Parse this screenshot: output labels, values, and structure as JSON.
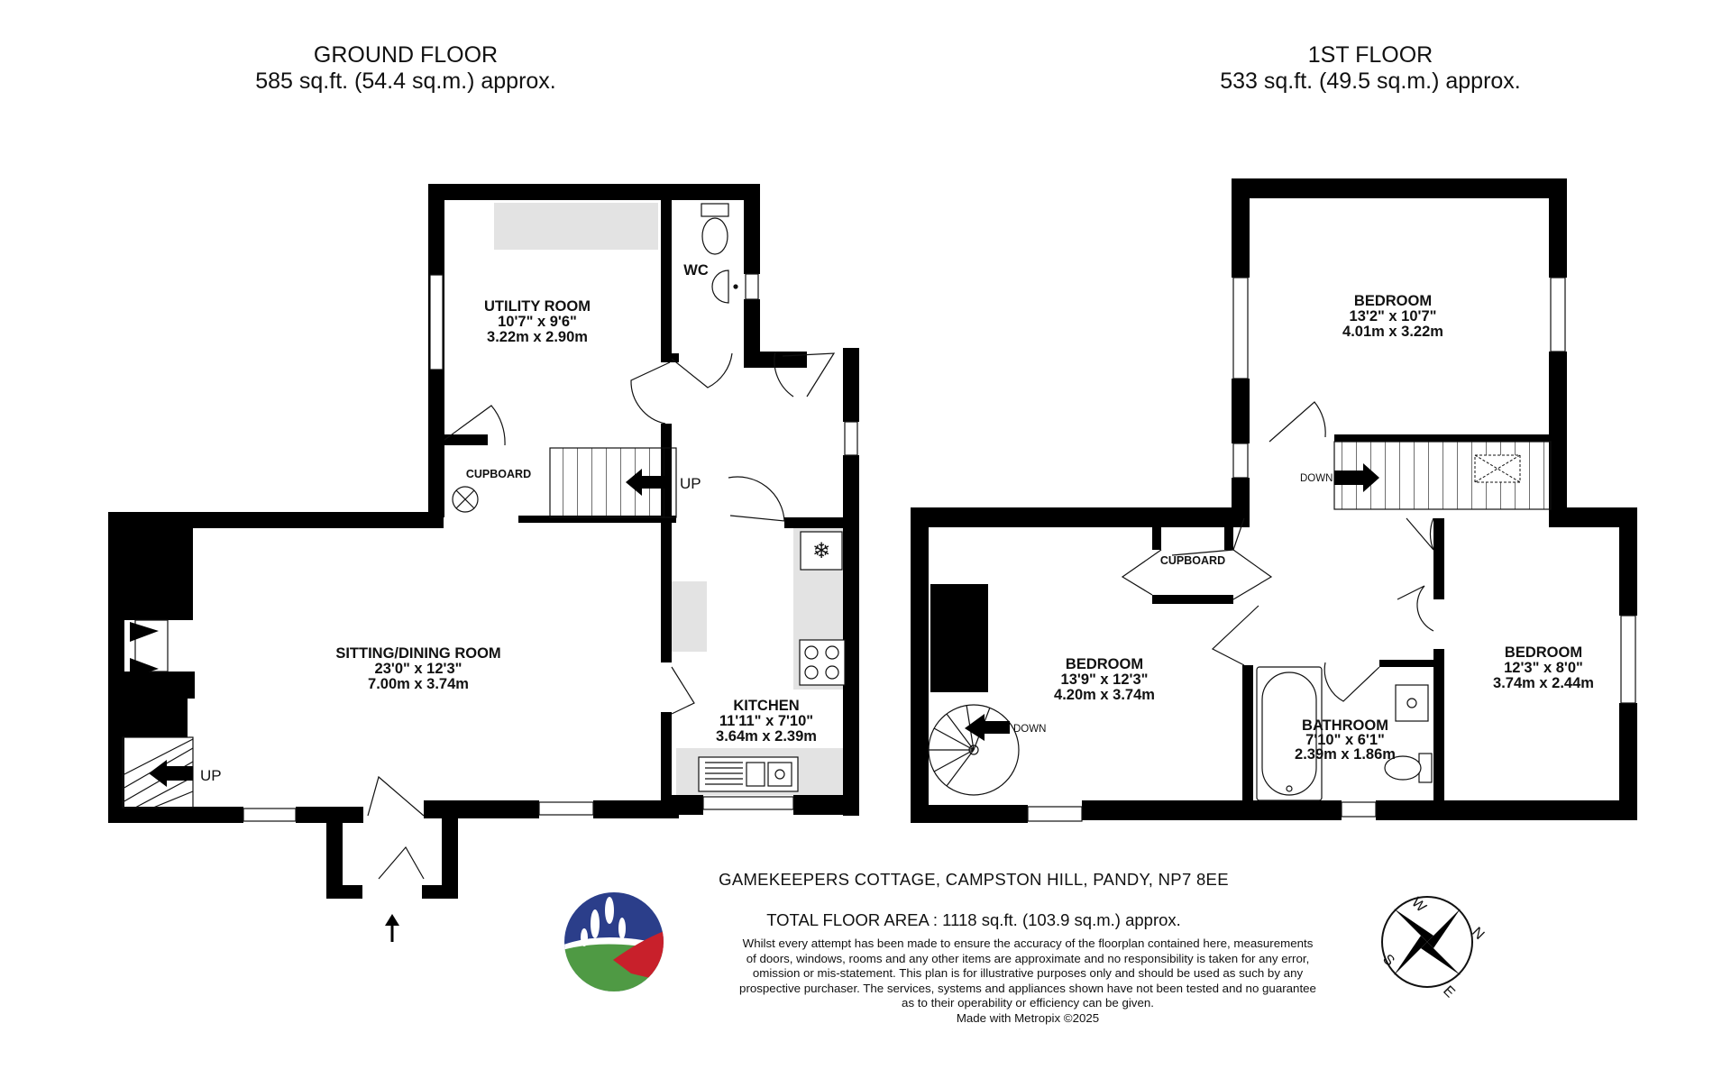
{
  "ground_floor": {
    "title": "GROUND FLOOR",
    "area": "585 sq.ft. (54.4 sq.m.) approx.",
    "rooms": {
      "utility": {
        "name": "UTILITY ROOM",
        "imperial": "10'7\"  x 9'6\"",
        "metric": "3.22m  x 2.90m"
      },
      "wc": {
        "name": "WC"
      },
      "cupboard": {
        "name": "CUPBOARD"
      },
      "sitting": {
        "name": "SITTING/DINING ROOM",
        "imperial": "23'0\"  x 12'3\"",
        "metric": "7.00m  x 3.74m"
      },
      "kitchen": {
        "name": "KITCHEN",
        "imperial": "11'11\"  x 7'10\"",
        "metric": "3.64m  x 2.39m"
      }
    },
    "stair_labels": {
      "hall_stairs": "UP",
      "sitting_stairs": "UP"
    }
  },
  "first_floor": {
    "title": "1ST FLOOR",
    "area": "533 sq.ft. (49.5 sq.m.) approx.",
    "rooms": {
      "bedroom_top": {
        "name": "BEDROOM",
        "imperial": "13'2\"  x 10'7\"",
        "metric": "4.01m  x 3.22m"
      },
      "bedroom_left": {
        "name": "BEDROOM",
        "imperial": "13'9\"  x 12'3\"",
        "metric": "4.20m  x 3.74m"
      },
      "bedroom_right": {
        "name": "BEDROOM",
        "imperial": "12'3\"  x 8'0\"",
        "metric": "3.74m  x 2.44m"
      },
      "bathroom": {
        "name": "BATHROOM",
        "imperial": "7'10\"  x 6'1\"",
        "metric": "2.39m  x 1.86m"
      },
      "cupboard": {
        "name": "CUPBOARD"
      }
    },
    "stair_labels": {
      "landing_stairs": "DOWN",
      "spiral_stairs": "DOWN"
    }
  },
  "footer": {
    "address": "GAMEKEEPERS COTTAGE, CAMPSTON HILL, PANDY, NP7 8EE",
    "total_area": "TOTAL FLOOR AREA : 1118 sq.ft. (103.9 sq.m.) approx.",
    "disclaimer": [
      "Whilst every attempt has been made to ensure the accuracy of the floorplan contained here, measurements",
      "of doors, windows, rooms and any other items are approximate and no responsibility is taken for any error,",
      "omission or mis-statement. This plan is for illustrative purposes only and should be used as such by any",
      "prospective purchaser. The services, systems and appliances shown have not been tested and no guarantee",
      "as to their operability or efficiency can be given."
    ],
    "credit": "Made with Metropix ©2025"
  },
  "compass": {
    "n": "N",
    "e": "E",
    "s": "S",
    "w": "W"
  },
  "icons": {
    "logo": "agency-logo-icon",
    "compass": "compass-rose-icon",
    "entrance_arrow": "entrance-arrow-icon"
  },
  "colors": {
    "wall": "#000000",
    "fixture_fill": "#e3e3e3",
    "logo_blue": "#2b3e8a",
    "logo_green": "#4f9a44",
    "logo_red": "#c8202b"
  }
}
